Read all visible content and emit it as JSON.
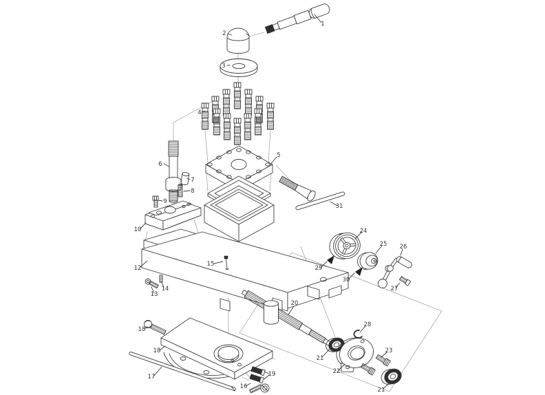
{
  "page": {
    "background": "#ffffff"
  },
  "diagram": {
    "stroke_color": "#3b3b3b",
    "dark_fill": "#2e2e2e",
    "label_color": "#333333",
    "labels": {
      "p1": "1",
      "p2": "2",
      "p3": "3",
      "p4": "4",
      "p5": "5",
      "p6": "6",
      "p7": "7",
      "p8": "8",
      "p9": "9",
      "p10": "10",
      "p12": "12",
      "p13": "13",
      "p14": "14",
      "p15": "15",
      "p16": "16",
      "p17": "17",
      "p18a": "18",
      "p18b": "18",
      "p19": "19",
      "p20": "20",
      "p21a": "21",
      "p21b": "21",
      "p22": "22",
      "p23": "23",
      "p24": "24",
      "p25": "25",
      "p26": "26",
      "p27": "27",
      "p28": "28",
      "p29": "29",
      "p30": "30",
      "p31": "31"
    }
  }
}
